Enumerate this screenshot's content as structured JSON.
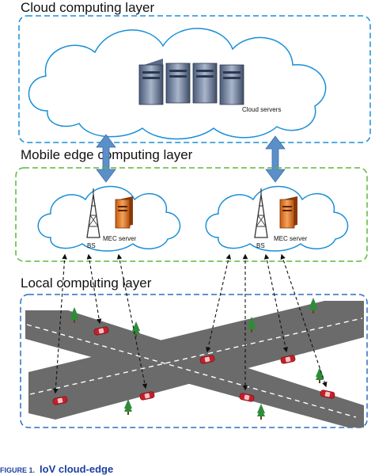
{
  "layers": {
    "cloud": "Cloud computing layer",
    "edge": "Mobile edge computing layer",
    "local": "Local computing layer"
  },
  "labels": {
    "cloud_servers": "Cloud servers",
    "mec_server": "MEC server",
    "bs": "BS"
  },
  "caption": {
    "figure": "FIGURE 1.",
    "text": "IoV cloud-edge"
  },
  "colors": {
    "cloud_border": "#1a8fd8",
    "edge_border": "#5cb83c",
    "local_border": "#2a6fc0",
    "road": "#6b6b6b",
    "arrow": "#5b8fc8",
    "car": "#c81e28",
    "tree": "#2e8b3a"
  }
}
